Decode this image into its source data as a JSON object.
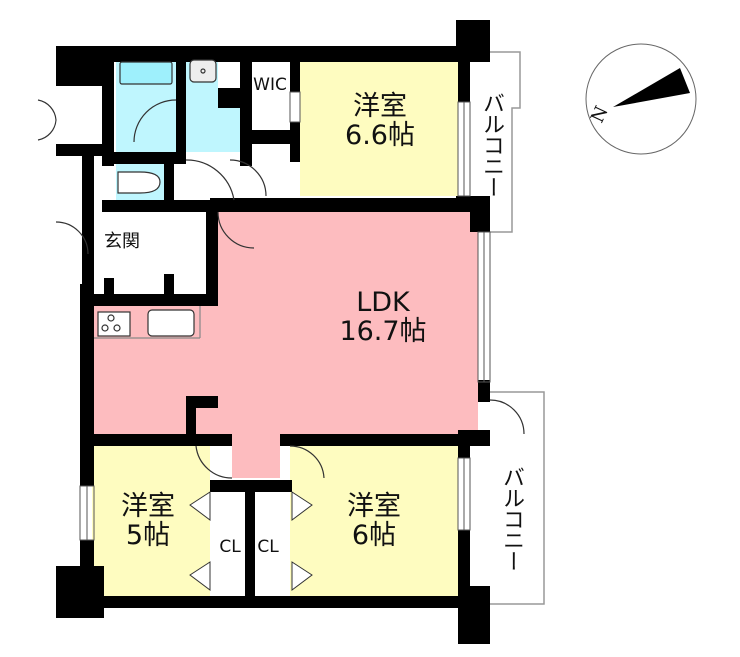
{
  "floor_plan": {
    "colors": {
      "wall": "#000000",
      "ldk_fill": "#fdbcbf",
      "bedroom_fill": "#fefcc0",
      "wet_area_fill": "#bff6fe",
      "background": "#ffffff"
    },
    "rooms": {
      "ldk": {
        "name": "LDK",
        "size": "16.7帖"
      },
      "bedroom_north": {
        "name": "洋室",
        "size": "6.6帖"
      },
      "bedroom_sw": {
        "name": "洋室",
        "size": "5帖"
      },
      "bedroom_se": {
        "name": "洋室",
        "size": "6帖"
      },
      "wic": {
        "name": "WIC"
      },
      "entrance": {
        "name": "玄関"
      },
      "closet_left": {
        "name": "CL"
      },
      "closet_right": {
        "name": "CL"
      }
    },
    "balconies": [
      {
        "label": "バルコニー"
      },
      {
        "label": "バルコニー"
      }
    ],
    "compass": {
      "label": "N",
      "icon": "north-arrow-icon"
    }
  }
}
